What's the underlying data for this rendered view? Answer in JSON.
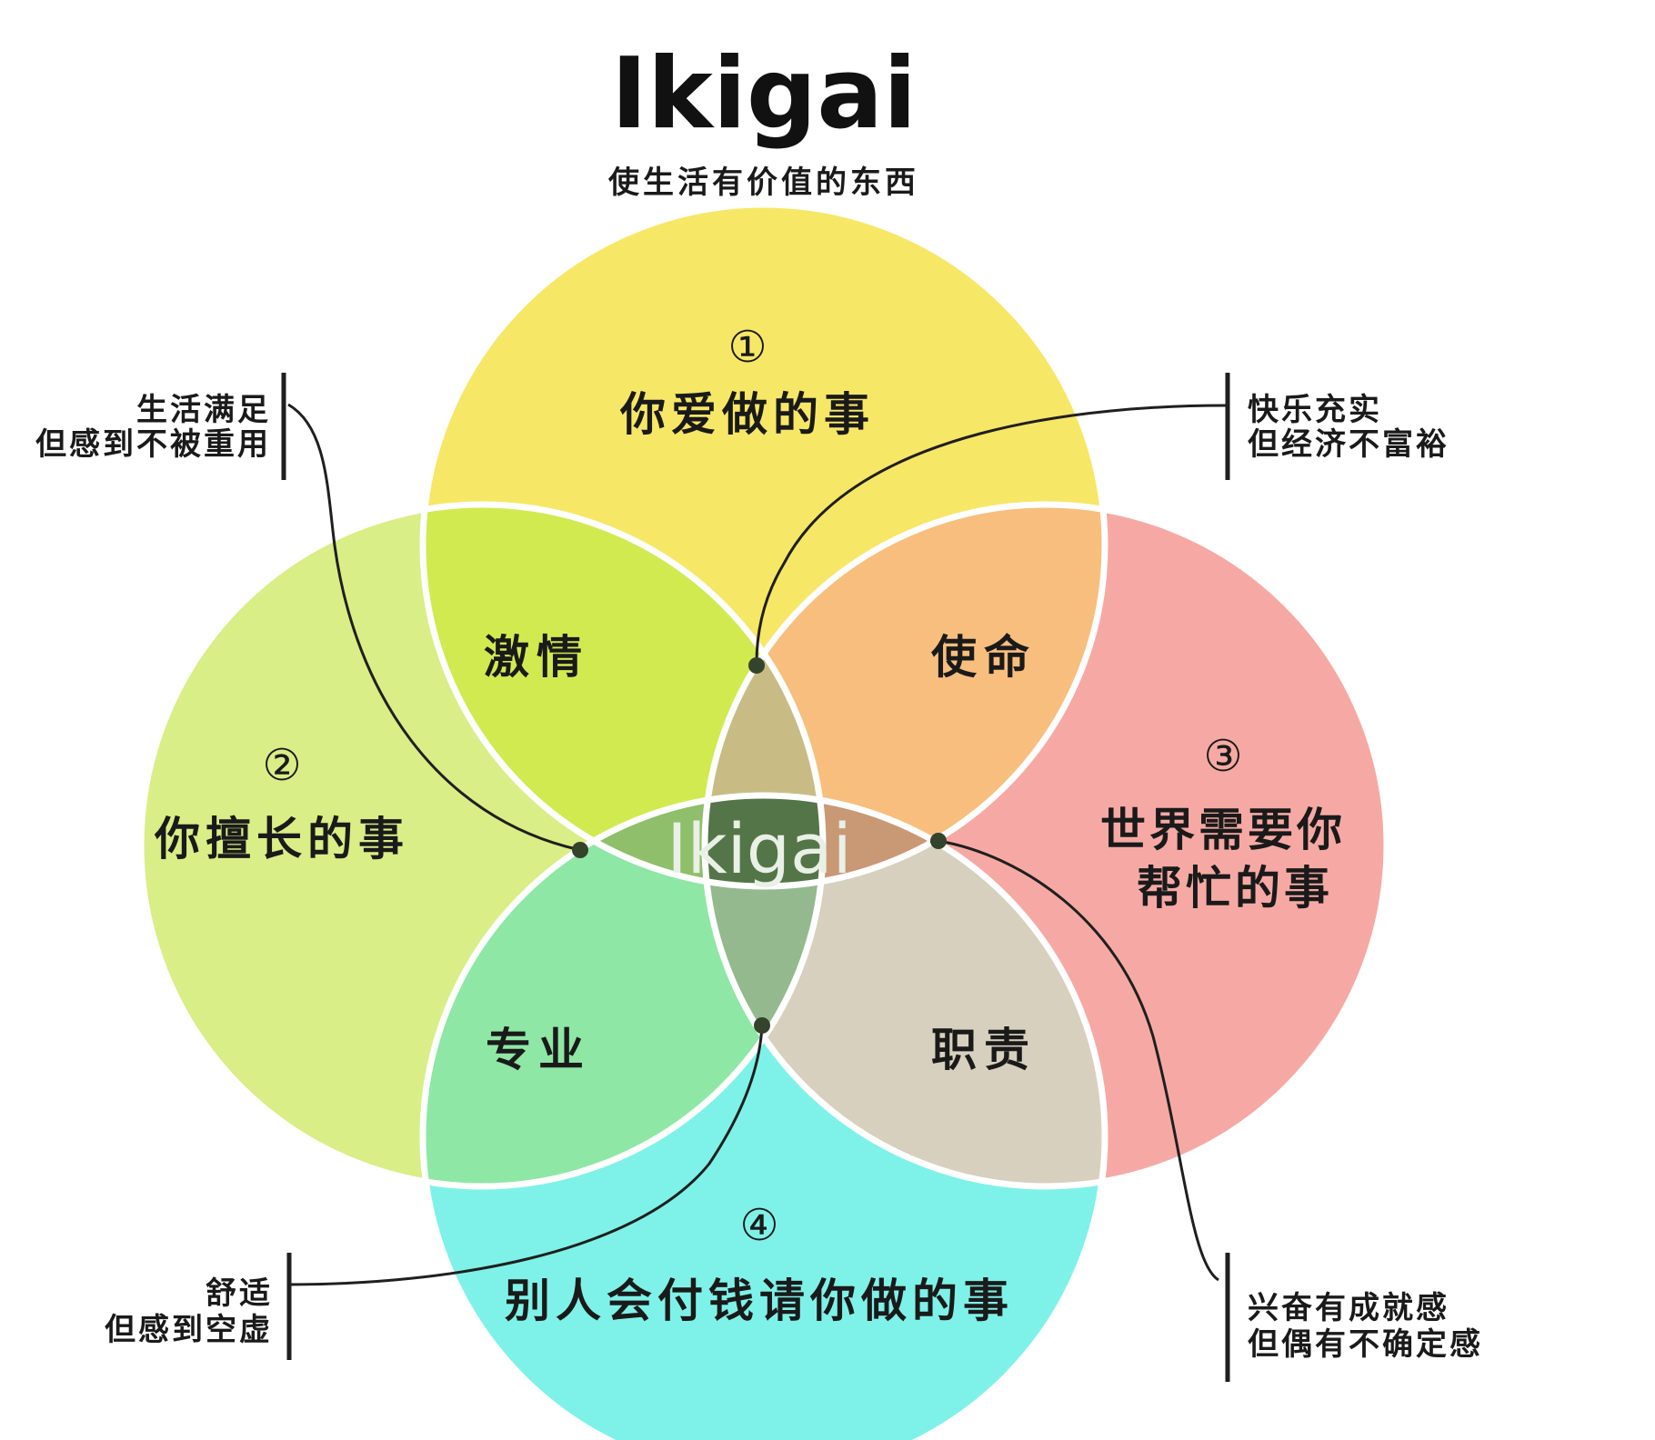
{
  "title": "Ikigai",
  "subtitle": "使生活有价值的东西",
  "colors": {
    "top_circle": "#f7e766",
    "left_circle": "#d9ee86",
    "right_circle": "#f6a9a4",
    "bottom_circle": "#7ef2e8",
    "passion": "#d1ea4f",
    "mission": "#f8be7d",
    "profession": "#8ee7a5",
    "vocation": "#d8d0be",
    "center": "#547548",
    "top_lens": "#c8bc84",
    "left_lens": "#8fbf6a",
    "right_lens": "#c99875",
    "bottom_lens": "#94b98f",
    "outline": "#ffffff"
  },
  "circles": [
    {
      "key": "top",
      "number": "①",
      "label": "你爱做的事",
      "label_line2": ""
    },
    {
      "key": "left",
      "number": "②",
      "label": "你擅长的事",
      "label_line2": ""
    },
    {
      "key": "right",
      "number": "③",
      "label": "世界需要你",
      "label_line2": "帮忙的事"
    },
    {
      "key": "bottom",
      "number": "④",
      "label": "别人会付钱请你做的事",
      "label_line2": ""
    }
  ],
  "overlaps": {
    "passion": "激情",
    "mission": "使命",
    "profession": "专业",
    "vocation": "职责",
    "center": "Ikigai"
  },
  "notes": {
    "top_left": {
      "line1": "生活满足",
      "line2": "但感到不被重用"
    },
    "top_right": {
      "line1": "快乐充实",
      "line2": "但经济不富裕"
    },
    "bottom_left": {
      "line1": "舒适",
      "line2": "但感到空虚"
    },
    "bottom_right": {
      "line1": "兴奋有成就感",
      "line2": "但偶有不确定感"
    }
  }
}
